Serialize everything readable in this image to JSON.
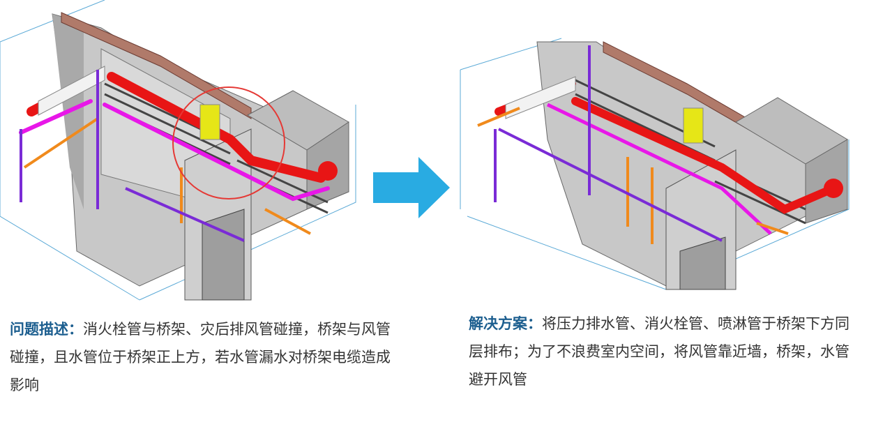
{
  "problem": {
    "label": "问题描述：",
    "text": "消火栓管与桥架、灾后排风管碰撞，桥架与风管碰撞，且水管位于桥架正上方，若水管漏水对桥架电缆造成影响"
  },
  "solution": {
    "label": "解决方案：",
    "text": "将压力排水管、消火栓管、喷淋管于桥架下方同层排布；为了不浪费室内空间，将风管靠近墙，桥架，水管避开风管"
  },
  "colors": {
    "label": "#1c5e8f",
    "body_text": "#333333",
    "arrow": "#29abe2",
    "fire_pipe": "#e81515",
    "spray_pipe": "#e817e8",
    "drain_pipe": "#f08a1c",
    "water_pipe": "#7a2bd6",
    "tray": "#555555",
    "duct_yellow": "#e6e617",
    "clash_circle": "#e53935"
  },
  "icons": {
    "arrow": "right-arrow-icon"
  }
}
